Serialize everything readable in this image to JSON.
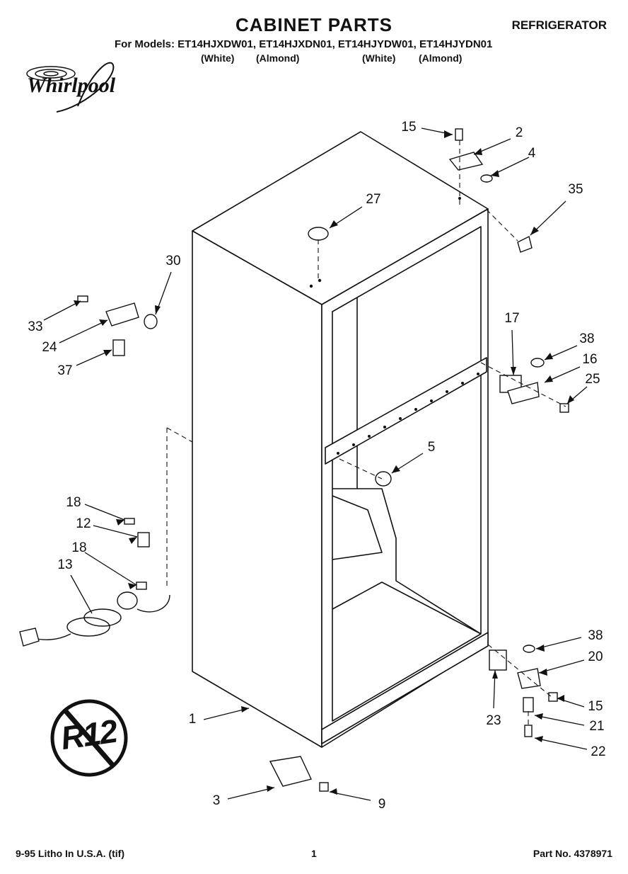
{
  "header": {
    "title": "CABINET PARTS",
    "category": "REFRIGERATOR",
    "models_line": "For Models: ET14HJXDW01, ET14HJXDN01, ET14HJYDW01, ET14HJYDN01",
    "colors": [
      "(White)",
      "(Almond)",
      "(White)",
      "(Almond)"
    ]
  },
  "brand": {
    "name": "Whirlpool"
  },
  "badge": {
    "text": "R12"
  },
  "footer": {
    "left": "9-95 Litho In U.S.A. (tif)",
    "page": "1",
    "part_no": "Part No. 4378971"
  },
  "callouts": [
    "15",
    "2",
    "4",
    "35",
    "27",
    "30",
    "33",
    "24",
    "37",
    "17",
    "38",
    "16",
    "25",
    "5",
    "18",
    "12",
    "18",
    "13",
    "38",
    "20",
    "15",
    "23",
    "21",
    "1",
    "22",
    "3",
    "9"
  ],
  "icons": [
    "whirlpool-logo-icon",
    "no-r12-icon"
  ]
}
